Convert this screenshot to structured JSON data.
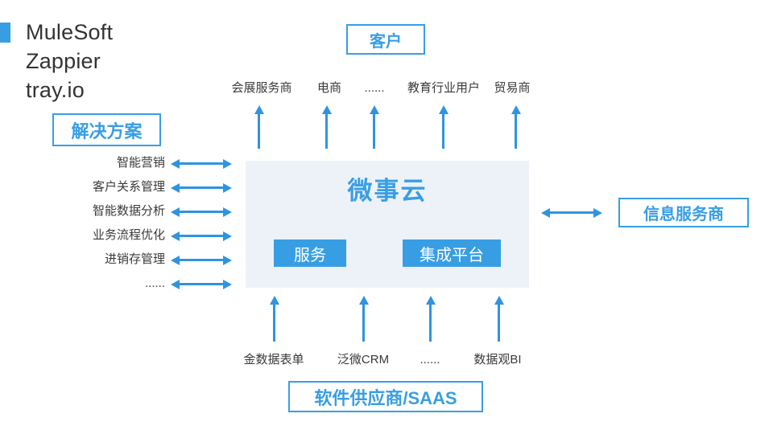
{
  "theme": {
    "accent": "#389ee4",
    "arrow": "#2f94e0",
    "panel_bg": "#edf2f8",
    "text_dark": "#3a3a3a",
    "button_text": "#ffffff",
    "page_bg": "#ffffff"
  },
  "logo": {
    "vendors": [
      "MuleSoft",
      "Zappier",
      "tray.io"
    ]
  },
  "solutions": {
    "title": "解决方案",
    "items": [
      "智能营销",
      "客户关系管理",
      "智能数据分析",
      "业务流程优化",
      "进销存管理",
      "......"
    ]
  },
  "customers": {
    "title": "客户",
    "items": [
      "会展服务商",
      "电商",
      "......",
      "教育行业用户",
      "贸易商"
    ]
  },
  "platform": {
    "title": "微事云",
    "tags": [
      "服务",
      "集成平台"
    ]
  },
  "info_provider": {
    "title": "信息服务商"
  },
  "saas": {
    "title": "软件供应商/SAAS",
    "items": [
      "金数据表单",
      "泛微CRM",
      "......",
      "数据观BI"
    ]
  }
}
